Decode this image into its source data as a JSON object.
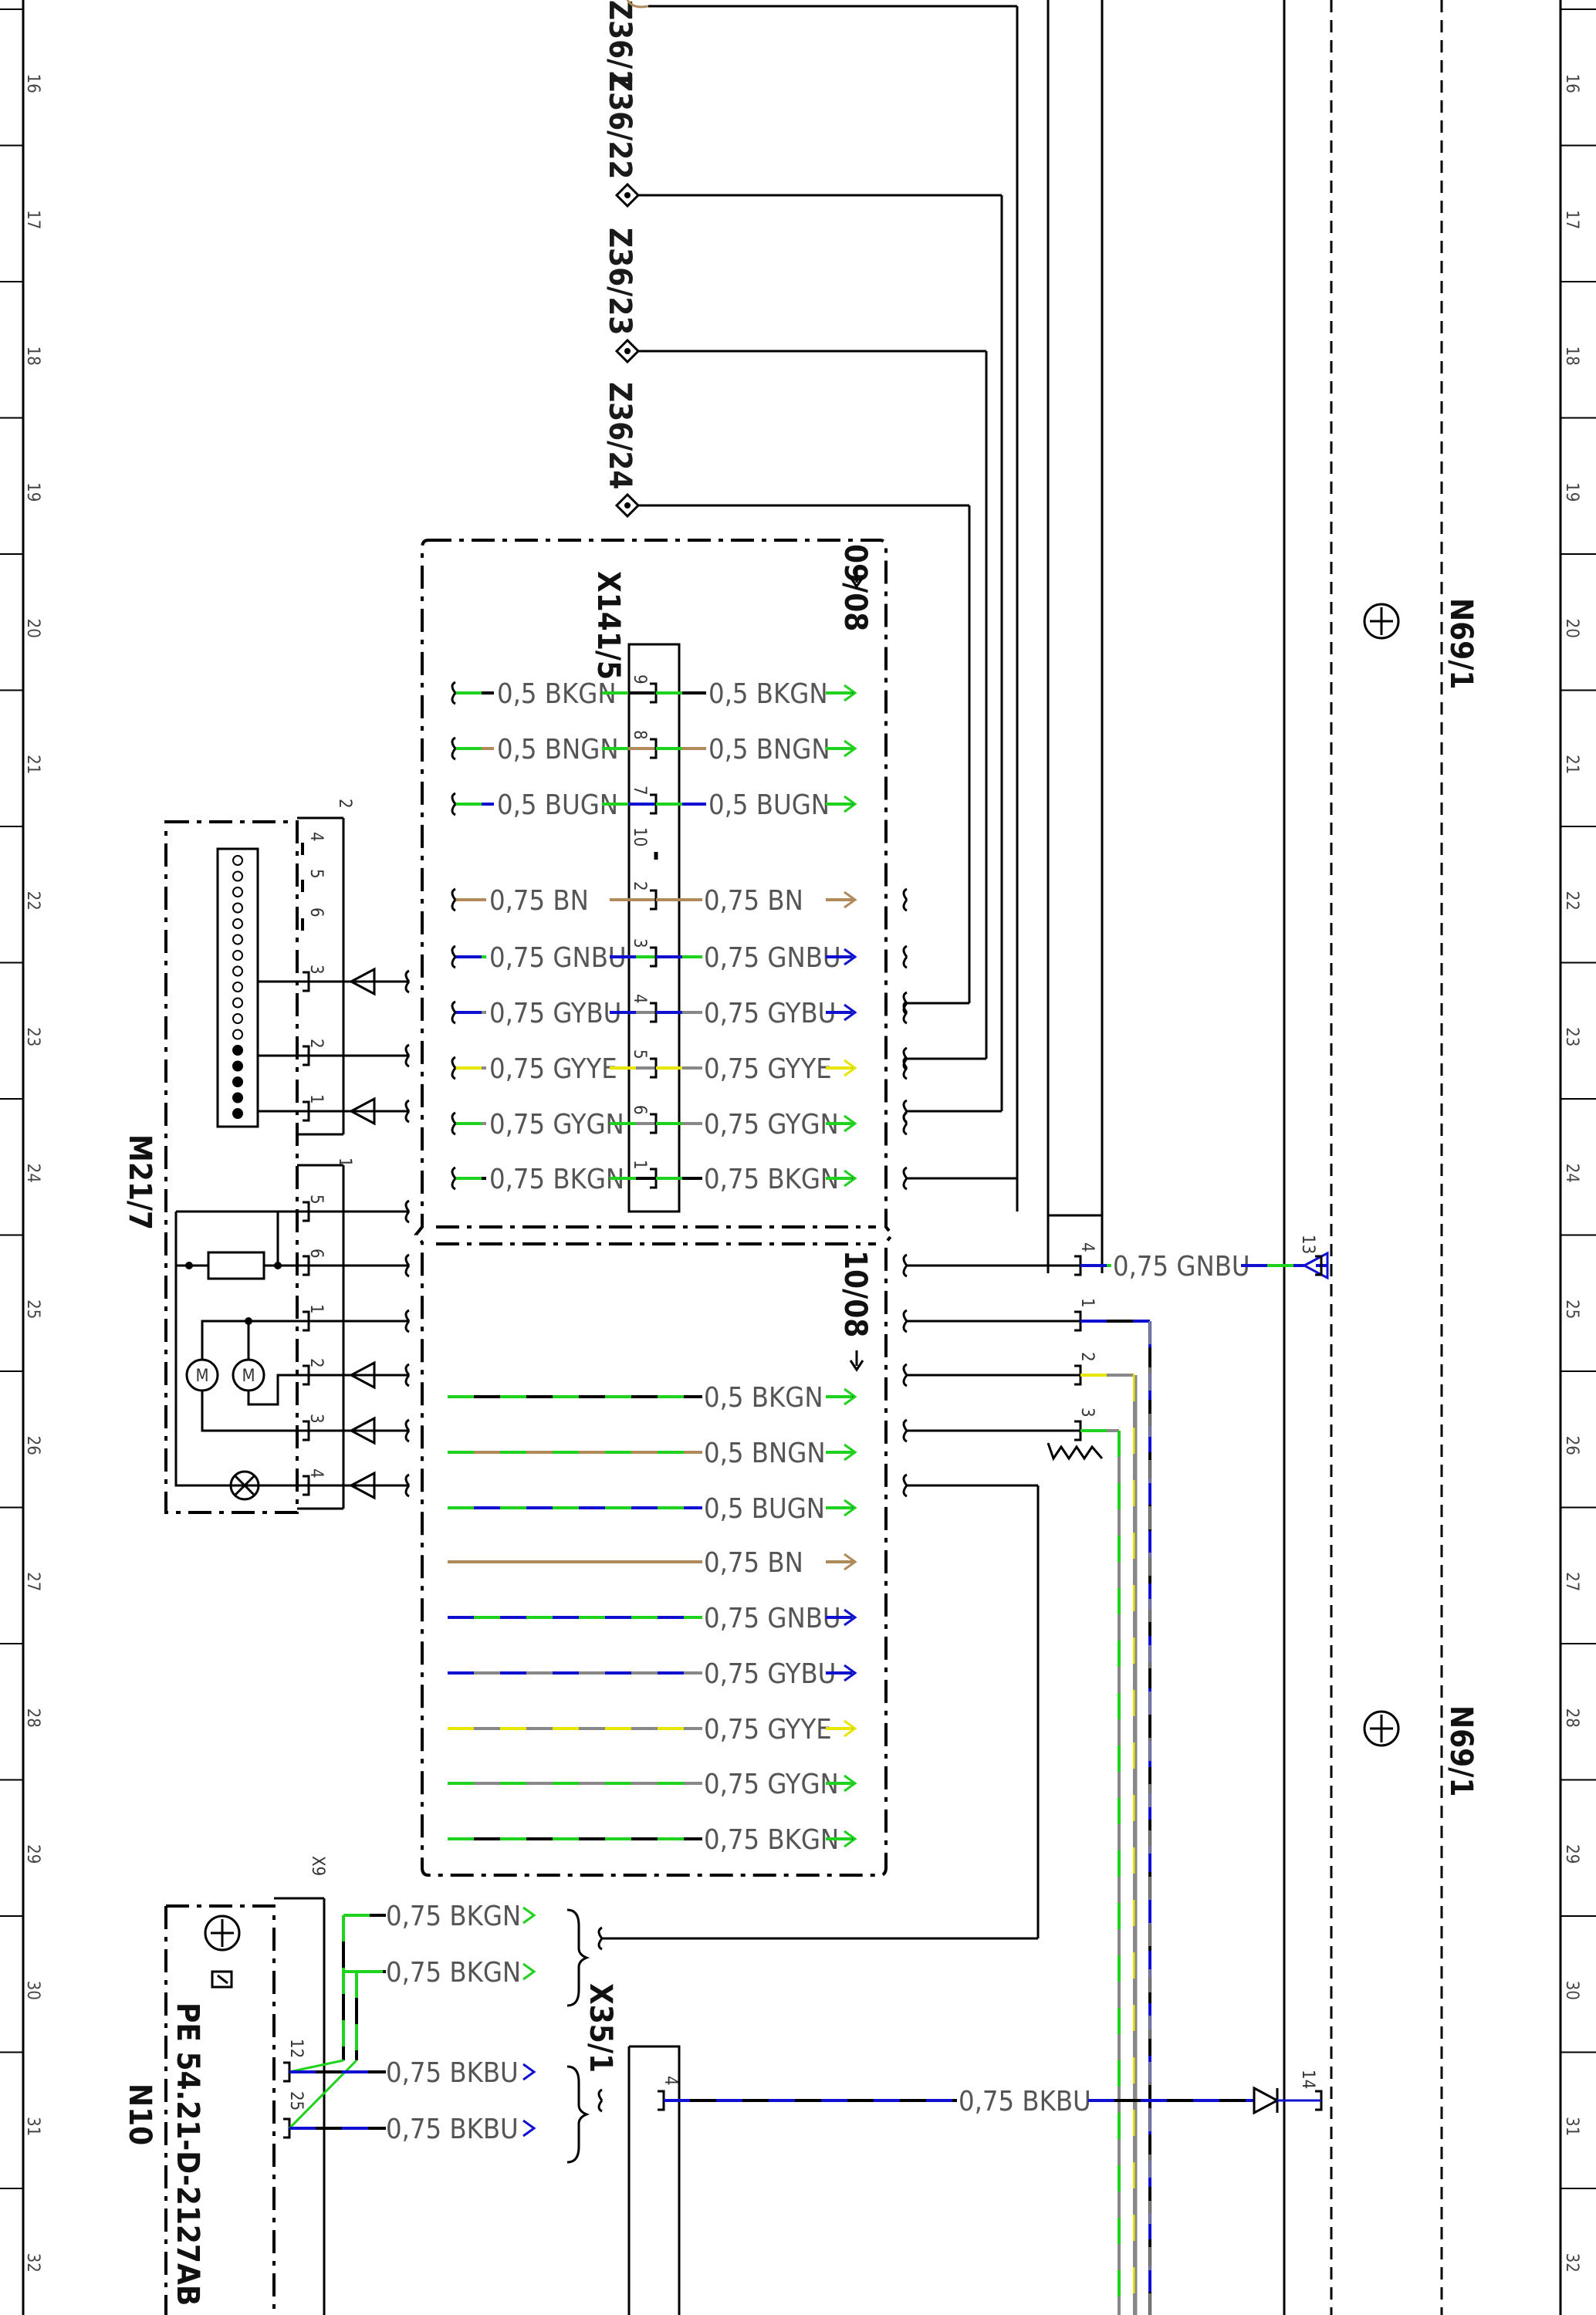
{
  "grid_numbers": [
    "16",
    "17",
    "18",
    "19",
    "20",
    "21",
    "22",
    "23",
    "24",
    "25",
    "26",
    "27",
    "28",
    "29",
    "30",
    "31",
    "32"
  ],
  "ground_points": [
    "Z36/22",
    "Z36/23",
    "Z36/24"
  ],
  "ground_point_top": "Z36/1",
  "components": {
    "x141_5": "X141/5",
    "m21_7": "M21/7",
    "n10": "N10",
    "n69_1": "N69/1",
    "x35_1": "X35/1",
    "x9": "X9",
    "doc_ref": "PE 54.21-D-2127AB"
  },
  "connectors": {
    "upper": "09/08",
    "lower": "10/08"
  },
  "m21_7_connector_labels": [
    "2",
    "1"
  ],
  "upper_pins": [
    "9",
    "8",
    "7",
    "10",
    "2",
    "3",
    "4",
    "5",
    "6",
    "1"
  ],
  "upper_wires": [
    {
      "label": "0,5 BKGN"
    },
    {
      "label": "0,5 BNGN"
    },
    {
      "label": "0,5 BUGN"
    },
    {
      "label": "0,75 BN"
    },
    {
      "label": "0,75 GNBU"
    },
    {
      "label": "0,75 GYBU"
    },
    {
      "label": "0,75 GYYE"
    },
    {
      "label": "0,75 GYGN"
    },
    {
      "label": "0,75 BKGN"
    }
  ],
  "lower_wires": [
    {
      "label": "0,5 BKGN"
    },
    {
      "label": "0,5 BNGN"
    },
    {
      "label": "0,5 BUGN"
    },
    {
      "label": "0,75 BN"
    },
    {
      "label": "0,75 GNBU"
    },
    {
      "label": "0,75 GYBU"
    },
    {
      "label": "0,75 GYYE"
    },
    {
      "label": "0,75 GYGN"
    },
    {
      "label": "0,75 BKGN"
    }
  ],
  "m21_7_pins_a": [
    "4",
    "5",
    "6",
    "3",
    "2",
    "1"
  ],
  "m21_7_pins_b": [
    "5",
    "6",
    "1",
    "2",
    "3",
    "4"
  ],
  "n69_1_wires": [
    {
      "label": "0,75 GNBU",
      "pin_left": "4",
      "pin_right": "13"
    },
    {
      "label": "0,75 BKBU",
      "pin_left": "4",
      "pin_right": "14"
    }
  ],
  "n69_1_pins": [
    "1",
    "2",
    "3"
  ],
  "n10_wires": [
    {
      "label": "0,75 BKGN"
    },
    {
      "label": "0,75 BKGN"
    },
    {
      "label": "0,75 BKBU"
    },
    {
      "label": "0,75 BKBU"
    }
  ],
  "n10_pins": [
    "12",
    "25"
  ],
  "colors": {
    "BK": "#000000",
    "GN": "#1ed21e",
    "BN": "#b08a5a",
    "BU": "#1010d0",
    "GY": "#888888",
    "YE": "#e6e600"
  }
}
